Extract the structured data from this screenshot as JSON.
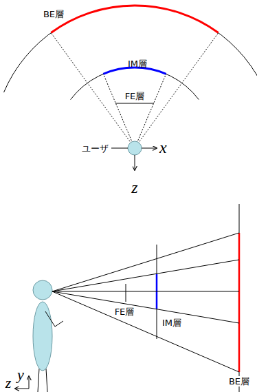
{
  "diagram": {
    "labels": [
      "BE層",
      "IM層",
      "FE層",
      "ユーザ",
      "x",
      "z",
      "FE層",
      "IM層",
      "y",
      "z",
      "BE層"
    ]
  }
}
